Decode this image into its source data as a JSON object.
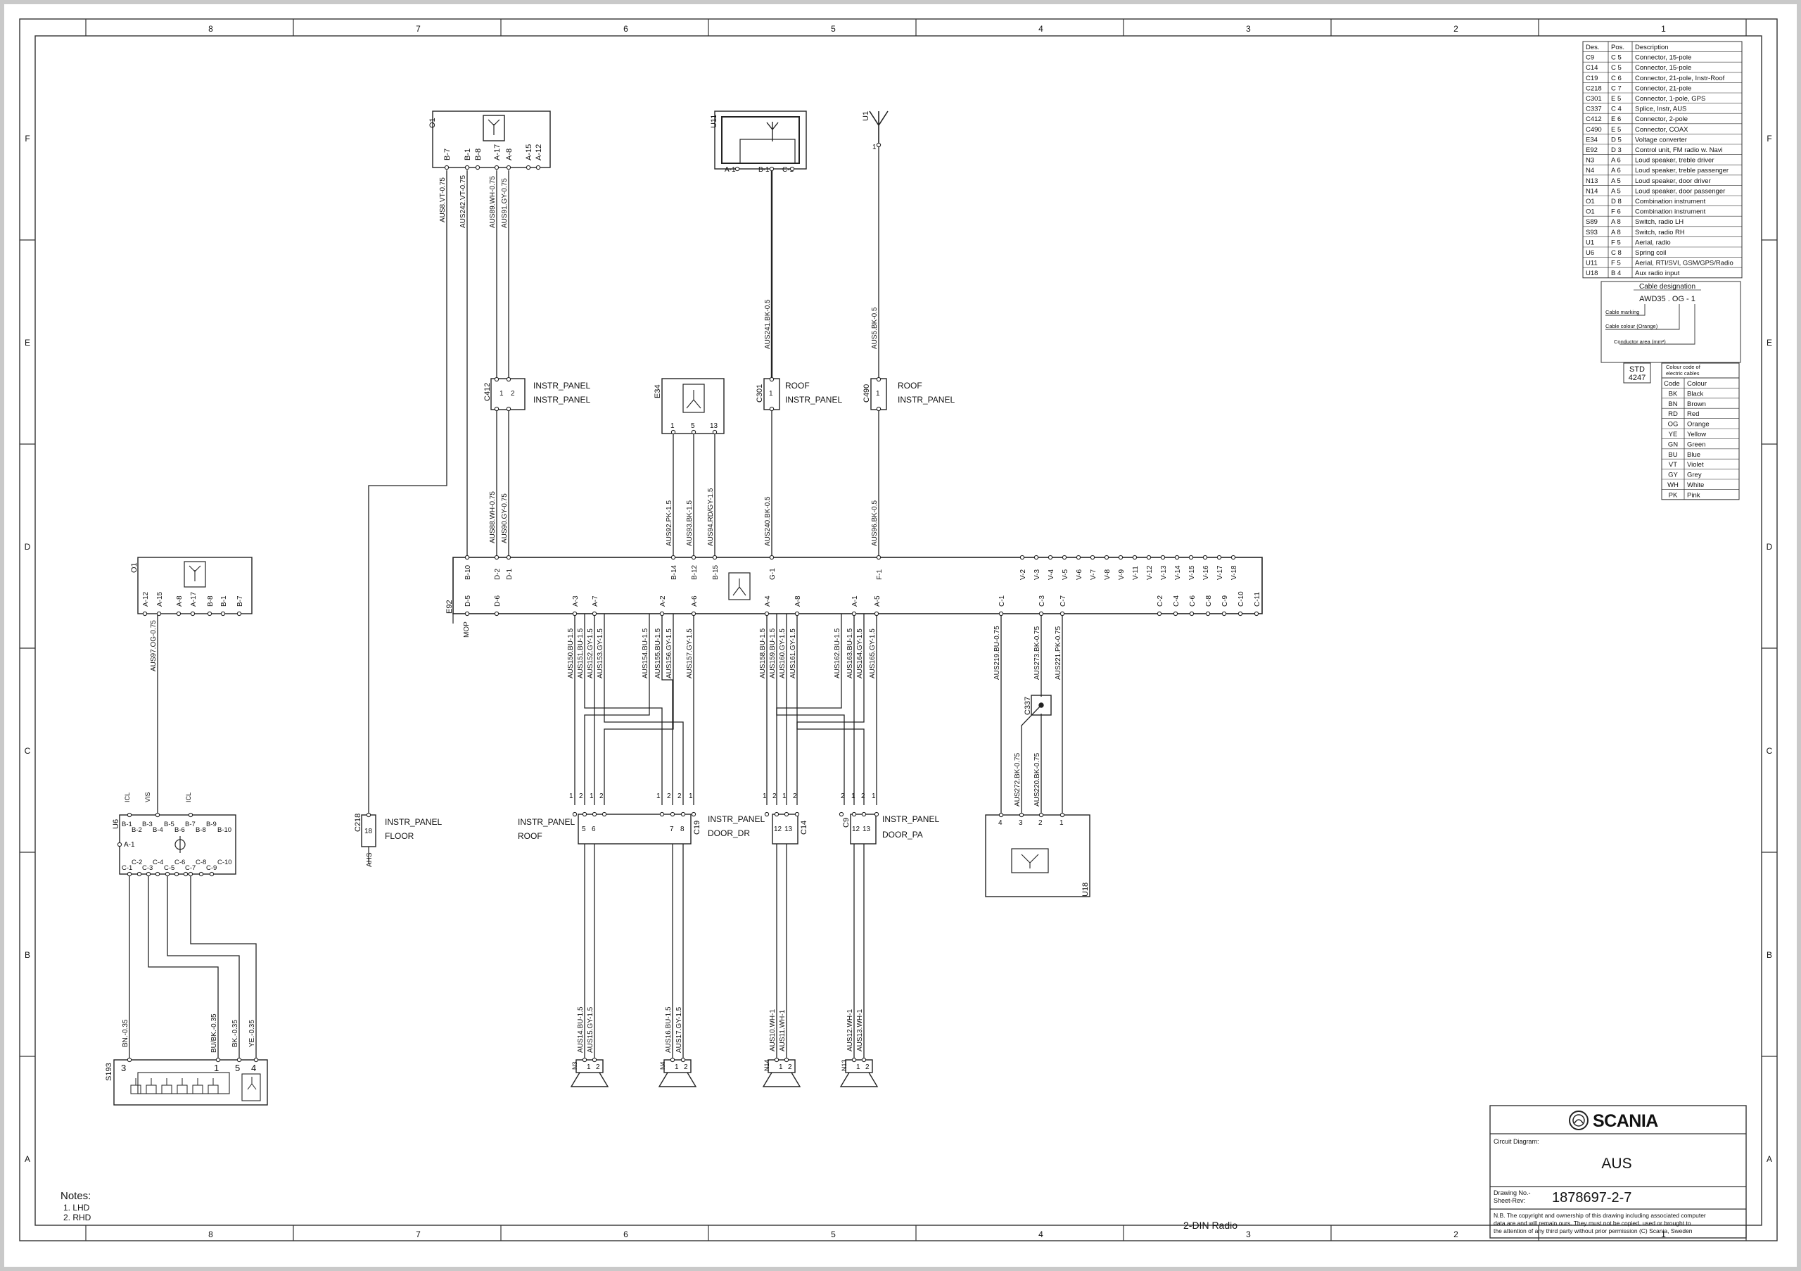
{
  "grid": {
    "columns": [
      "8",
      "7",
      "6",
      "5",
      "4",
      "3",
      "2",
      "1"
    ],
    "rows": [
      "F",
      "E",
      "D",
      "C",
      "B",
      "A"
    ]
  },
  "notes": {
    "title": "Notes:",
    "items": [
      "1. LHD",
      "2. RHD"
    ]
  },
  "sheet_label": "2-DIN Radio",
  "title_block": {
    "brand": "SCANIA",
    "circuit_label": "Circuit Diagram:",
    "circuit_name": "AUS",
    "drawing_label_1": "Drawing No.-",
    "drawing_label_2": "Sheet-Rev:",
    "drawing_number": "1878697-2-7",
    "copyright": [
      "N.B. The copyright and ownership of this drawing including associated computer",
      "data are and will remain ours. They must not be copied, used or brought to",
      "the attention of any third party without prior permission (C) Scania, Sweden"
    ]
  },
  "component_table": {
    "headers": [
      "Des.",
      "Pos.",
      "Description"
    ],
    "rows": [
      [
        "C9",
        "C 5",
        "Connector, 15-pole"
      ],
      [
        "C14",
        "C 5",
        "Connector, 15-pole"
      ],
      [
        "C19",
        "C 6",
        "Connector, 21-pole, Instr-Roof"
      ],
      [
        "C218",
        "C 7",
        "Connector, 21-pole"
      ],
      [
        "C301",
        "E 5",
        "Connector, 1-pole, GPS"
      ],
      [
        "C337",
        "C 4",
        "Splice, Instr, AUS"
      ],
      [
        "C412",
        "E 6",
        "Connector, 2-pole"
      ],
      [
        "C490",
        "E 5",
        "Connector, COAX"
      ],
      [
        "E34",
        "D 5",
        "Voltage converter"
      ],
      [
        "E92",
        "D 3",
        "Control unit, FM radio w. Navi"
      ],
      [
        "N3",
        "A 6",
        "Loud speaker, treble driver"
      ],
      [
        "N4",
        "A 6",
        "Loud speaker, treble passenger"
      ],
      [
        "N13",
        "A 5",
        "Loud speaker, door driver"
      ],
      [
        "N14",
        "A 5",
        "Loud speaker, door passenger"
      ],
      [
        "O1",
        "D 8",
        "Combination instrument"
      ],
      [
        "O1",
        "F 6",
        "Combination instrument"
      ],
      [
        "S89",
        "A 8",
        "Switch, radio LH"
      ],
      [
        "S93",
        "A 8",
        "Switch, radio RH"
      ],
      [
        "U1",
        "F 5",
        "Aerial, radio"
      ],
      [
        "U6",
        "C 8",
        "Spring coil"
      ],
      [
        "U11",
        "F 5",
        "Aerial, RTI/SVI, GSM/GPS/Radio"
      ],
      [
        "U18",
        "B 4",
        "Aux radio input"
      ]
    ]
  },
  "cable_legend": {
    "title": "Cable designation",
    "example": "AWD35 . OG - 1",
    "marking": "Cable marking",
    "colour": "Cable colour (Orange)",
    "area": "Conductor area (mm²)"
  },
  "colour_table": {
    "std": "STD",
    "std_no": "4247",
    "caption_1": "Colour code of",
    "caption_2": "electric cables",
    "headers": [
      "Code",
      "Colour"
    ],
    "rows": [
      [
        "BK",
        "Black"
      ],
      [
        "BN",
        "Brown"
      ],
      [
        "RD",
        "Red"
      ],
      [
        "OG",
        "Orange"
      ],
      [
        "YE",
        "Yellow"
      ],
      [
        "GN",
        "Green"
      ],
      [
        "BU",
        "Blue"
      ],
      [
        "VT",
        "Violet"
      ],
      [
        "GY",
        "Grey"
      ],
      [
        "WH",
        "White"
      ],
      [
        "PK",
        "Pink"
      ]
    ]
  },
  "components": {
    "o1_top": {
      "id": "O1",
      "pins": [
        "B-7",
        "B-1",
        "B-8",
        "A-17",
        "A-8",
        "A-15",
        "A-12"
      ]
    },
    "u11": {
      "id": "U11",
      "pins": [
        "A-1",
        "B-1",
        "C-1"
      ]
    },
    "u1": {
      "id": "U1",
      "pin": "1"
    },
    "c412": {
      "id": "C412",
      "pins": [
        "1",
        "2"
      ],
      "label_1": "INSTR_PANEL",
      "label_2": "INSTR_PANEL"
    },
    "e34": {
      "id": "E34",
      "pins": [
        "1",
        "5",
        "13"
      ]
    },
    "c301": {
      "id": "C301",
      "pin": "1",
      "label_1": "ROOF",
      "label_2": "INSTR_PANEL"
    },
    "c490": {
      "id": "C490",
      "pin": "1",
      "label_1": "ROOF",
      "label_2": "INSTR_PANEL"
    },
    "e92": {
      "id": "E92",
      "top_pins": [
        "B-10",
        "D-2",
        "D-1",
        "B-14",
        "B-12",
        "B-15",
        "G-1",
        "F-1",
        "V-2",
        "V-3",
        "V-4",
        "V-5",
        "V-6",
        "V-7",
        "V-8",
        "V-9",
        "V-11",
        "V-12",
        "V-13",
        "V-14",
        "V-15",
        "V-16",
        "V-17",
        "V-18"
      ],
      "bottom_pins": [
        "D-5",
        "D-6",
        "A-3",
        "A-7",
        "A-2",
        "A-6",
        "A-4",
        "A-8",
        "A-1",
        "A-5",
        "C-1",
        "C-3",
        "C-7",
        "C-2",
        "C-4",
        "C-6",
        "C-8",
        "C-9",
        "C-10",
        "C-11"
      ],
      "mop": "MOP"
    },
    "o1_left": {
      "id": "O1",
      "pins": [
        "A-12",
        "A-15",
        "A-8",
        "A-17",
        "B-8",
        "B-1",
        "B-7"
      ]
    },
    "u6": {
      "id": "U6",
      "top_labels": [
        "ICL",
        "VIS",
        "ICL"
      ],
      "top_pins": [
        "B-1",
        "B-2",
        "B-3",
        "B-4",
        "B-5",
        "B-6",
        "B-7",
        "B-8",
        "B-9",
        "B-10"
      ],
      "left_pin": "A-1",
      "bottom_pins": [
        "C-1",
        "C-2",
        "C-3",
        "C-4",
        "C-5",
        "C-6",
        "C-7",
        "C-8",
        "C-9",
        "C-10"
      ]
    },
    "c218": {
      "id": "C218",
      "pin": "18",
      "label_1": "INSTR_PANEL",
      "label_2": "FLOOR",
      "ground": "AHS"
    },
    "c19": {
      "id": "C19",
      "pins": [
        "5",
        "6",
        "7",
        "8"
      ],
      "label_left_1": "INSTR_PANEL",
      "label_left_2": "ROOF",
      "label_right": "INSTR_PANEL",
      "marks": [
        "1",
        "2",
        "1",
        "2",
        "1",
        "2",
        "2",
        "1"
      ]
    },
    "c14": {
      "id": "C14",
      "pins": [
        "12",
        "13"
      ],
      "label_1": "DOOR_DR",
      "marks": [
        "1",
        "2",
        "1",
        "2"
      ]
    },
    "c9": {
      "id": "C9",
      "pins": [
        "12",
        "13"
      ],
      "label_1": "INSTR_PANEL",
      "label_2": "DOOR_PA",
      "marks": [
        "2",
        "1",
        "2",
        "1"
      ]
    },
    "c337": {
      "id": "C337"
    },
    "u18": {
      "id": "U18",
      "pins": [
        "4",
        "3",
        "2",
        "1"
      ]
    },
    "s193": {
      "id": "S193",
      "pins": [
        "3",
        "1",
        "5",
        "4"
      ]
    },
    "speakers": [
      {
        "id": "N3",
        "pins": [
          "1",
          "2"
        ]
      },
      {
        "id": "N4",
        "pins": [
          "1",
          "2"
        ]
      },
      {
        "id": "N14",
        "pins": [
          "1",
          "2"
        ]
      },
      {
        "id": "N13",
        "pins": [
          "1",
          "2"
        ]
      }
    ]
  },
  "wires": {
    "o1_top": [
      "AUS8.VT-0.75",
      "AUS242.VT-0.75",
      "AUS89.WH-0.75",
      "AUS91.GY-0.75"
    ],
    "u11": "AUS241.BK-0.5",
    "u1": "AUS5.BK-0.5",
    "c412": [
      "AUS88.WH-0.75",
      "AUS90.GY-0.75"
    ],
    "e34": [
      "AUS92.PK-1.5",
      "AUS93.BK-1.5",
      "AUS94.RD/GY-1.5"
    ],
    "c301": "AUS240.BK-0.5",
    "c490": "AUS96.BK-0.5",
    "e92_group_1": [
      "AUS150.BU-1.5",
      "AUS151.BU-1.5",
      "AUS152.GY-1.5",
      "AUS153.GY-1.5"
    ],
    "e92_group_2": [
      "AUS154.BU-1.5",
      "AUS155.BU-1.5",
      "AUS156.GY-1.5",
      "AUS157.GY-1.5"
    ],
    "e92_group_3": [
      "AUS158.BU-1.5",
      "AUS159.BU-1.5",
      "AUS160.GY-1.5",
      "AUS161.GY-1.5"
    ],
    "e92_group_4": [
      "AUS162.BU-1.5",
      "AUS163.BU-1.5",
      "AUS164.GY-1.5",
      "AUS165.GY-1.5"
    ],
    "u18_top": [
      "AUS219.BU-0.75",
      "AUS273.BK-0.75",
      "AUS221.PK-0.75"
    ],
    "u18_bottom": [
      "AUS272.BK-0.75",
      "AUS220.BK-0.75"
    ],
    "o1_left": "AUS97.OG-0.75",
    "s193": [
      "BN.-0.35",
      "BU/BK.-0.35",
      "BK.-0.35",
      "YE.-0.35"
    ],
    "n3": [
      "AUS14.BU-1.5",
      "AUS15.GY-1.5"
    ],
    "n4": [
      "AUS16.BU-1.5",
      "AUS17.GY-1.5"
    ],
    "n14": [
      "AUS10.WH-1",
      "AUS11.WH-1"
    ],
    "n13": [
      "AUS12.WH-1",
      "AUS13.WH-1"
    ]
  }
}
